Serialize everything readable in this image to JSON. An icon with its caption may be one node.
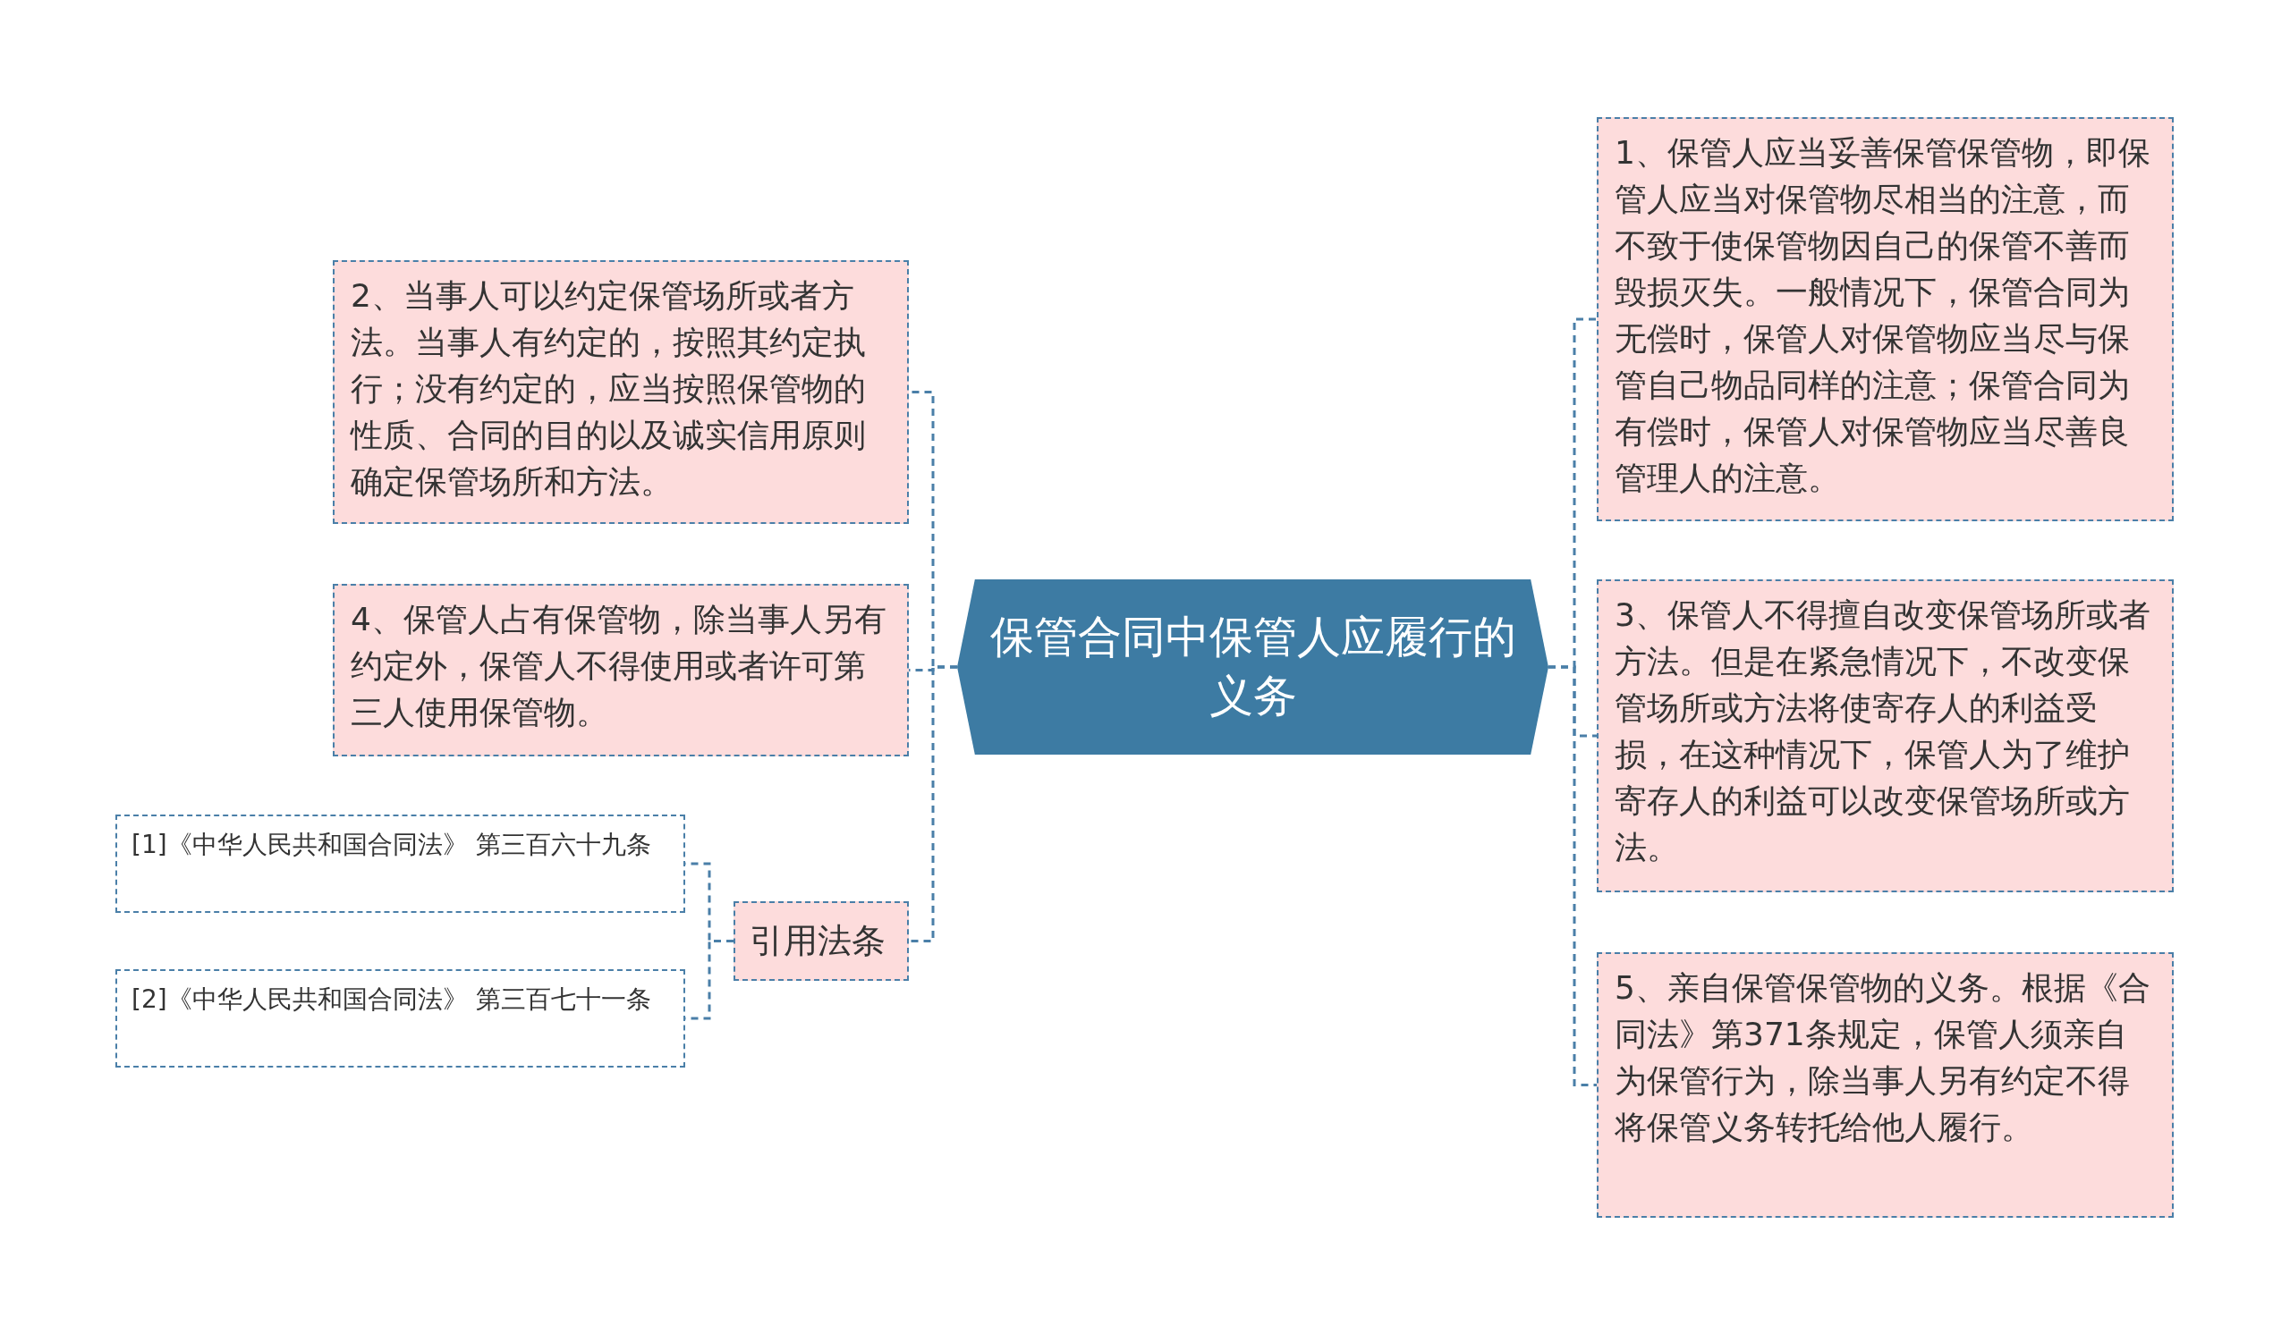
{
  "diagram": {
    "nodes": [
      {
        "text": [
          "保管合同中保管人应履行的义务"
        ]
      },
      {
        "text": [
          "1、保管人应当妥善保管保管物，即保管人应当对保管物尽相当的注意，而不致于使保管物因自己的保管不善而毁损灭失。一般情况下，保管合同为无偿时，保管人对保管物应当尽与保管自己物品同样的注意；保管合同为有偿时，保管人对保管物应当尽善良管理人的注意。"
        ]
      },
      {
        "text": [
          "2、当事人可以约定保管场所或者方法。当事人有约定的，按照其约定执行；没有约定的，应当按照保管物的性质、合同的目的以及诚实信用原则确定保管场所和方法。"
        ]
      },
      {
        "text": [
          "3、保管人不得擅自改变保管场所或者方法。但是在紧急情况下，不改变保管场所或方法将使寄存人的利益受损，在这种情况下，保管人为了维护寄存人的利益可以改变保管场所或方法。"
        ]
      },
      {
        "text": [
          "4、保管人占有保管物，除当事人另有约定外，保管人不得使用或者许可第三人使用保管物。"
        ]
      },
      {
        "text": [
          "5、亲自保管保管物的义务。根据《合同法》第371条规定，保管人须亲自为保管行为，除当事人另有约定不得将保管义务转托给他人履行。"
        ]
      },
      {
        "text": [
          "引用法条"
        ]
      },
      {
        "text": [
          "[1]《中华人民共和国合同法》 第三百六十九条"
        ]
      },
      {
        "text": [
          "[2]《中华人民共和国合同法》 第三百七十一条"
        ]
      }
    ],
    "edges": [
      {
        "from": 0,
        "to": 1,
        "arrow": "none"
      },
      {
        "from": 0,
        "to": 2,
        "arrow": "none"
      },
      {
        "from": 0,
        "to": 3,
        "arrow": "none"
      },
      {
        "from": 0,
        "to": 4,
        "arrow": "none"
      },
      {
        "from": 0,
        "to": 5,
        "arrow": "none"
      },
      {
        "from": 0,
        "to": 6,
        "arrow": "none"
      },
      {
        "from": 6,
        "to": 7,
        "arrow": "none"
      },
      {
        "from": 6,
        "to": 8,
        "arrow": "none"
      }
    ]
  }
}
